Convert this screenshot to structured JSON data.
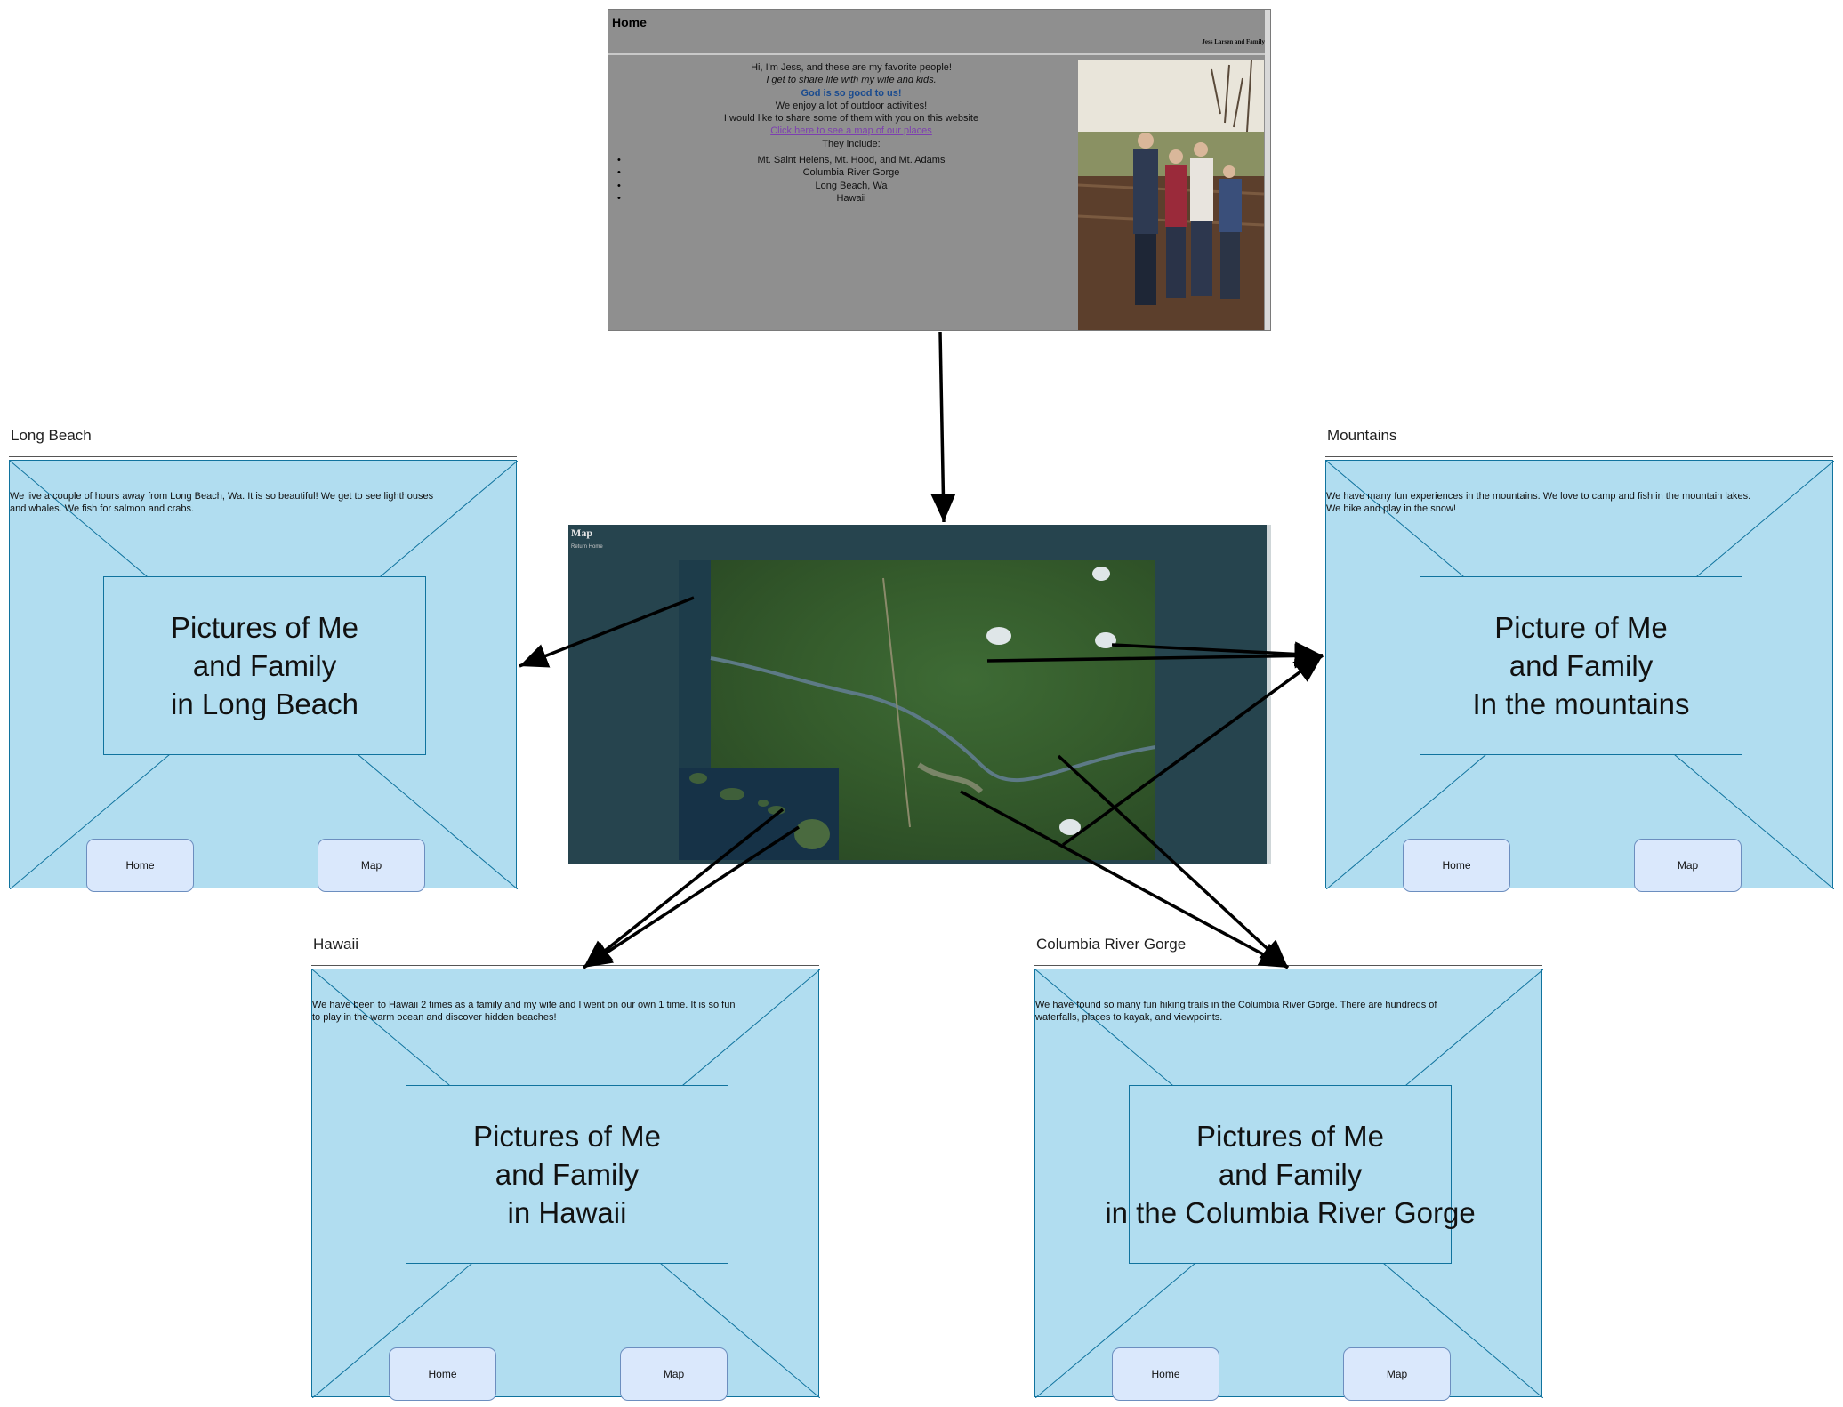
{
  "home": {
    "title": "Home",
    "byline": "Jess Larsen and Family",
    "lines": [
      "Hi, I'm Jess, and these are my favorite people!",
      "I get to share life with my wife and kids.",
      "God is so good to us!",
      "We enjoy a lot of outdoor activities!",
      "I would like to share some of them with you on this website",
      "Click here to see a map of our places",
      "They include:"
    ],
    "places": [
      "Mt. Saint Helens, Mt. Hood, and Mt. Adams",
      "Columbia River Gorge",
      "Long Beach, Wa",
      "Hawaii"
    ]
  },
  "map": {
    "title": "Map",
    "subtitle": "Return Home"
  },
  "cards": {
    "long_beach": {
      "title": "Long Beach",
      "description": "We live a couple of hours away from Long Beach, Wa.  It is so beautiful!  We get to see lighthouses\nand whales.  We fish for salmon and crabs.",
      "placeholder": "Pictures of Me\nand Family\nin Long Beach",
      "home_label": "Home",
      "map_label": "Map"
    },
    "mountains": {
      "title": "Mountains",
      "description": "We have many fun experiences in the mountains.  We love to camp and fish in the mountain lakes.\nWe hike and play in the snow!",
      "placeholder": "Picture of Me\nand Family\nIn the mountains",
      "home_label": "Home",
      "map_label": "Map"
    },
    "hawaii": {
      "title": "Hawaii",
      "description": "We have been to Hawaii 2 times as a family and my wife and I went on our own 1 time.  It is so fun\nto play in the warm ocean and discover hidden beaches!",
      "placeholder": "Pictures of Me\nand Family\nin Hawaii",
      "home_label": "Home",
      "map_label": "Map"
    },
    "gorge": {
      "title": "Columbia River Gorge",
      "description": "We have found so many fun hiking trails in the Columbia River Gorge.  There are hundreds of\nwaterfalls, places to kayak, and viewpoints.",
      "placeholder": "Pictures of Me\nand Family\nin the Columbia River Gorge",
      "home_label": "Home",
      "map_label": "Map"
    }
  },
  "colors": {
    "card_fill": "#b1ddf0",
    "card_stroke": "#10739e",
    "button_fill": "#dae8fc",
    "button_stroke": "#6c8ebf",
    "map_bg": "#26444e",
    "home_bg": "#8f8f8f"
  }
}
